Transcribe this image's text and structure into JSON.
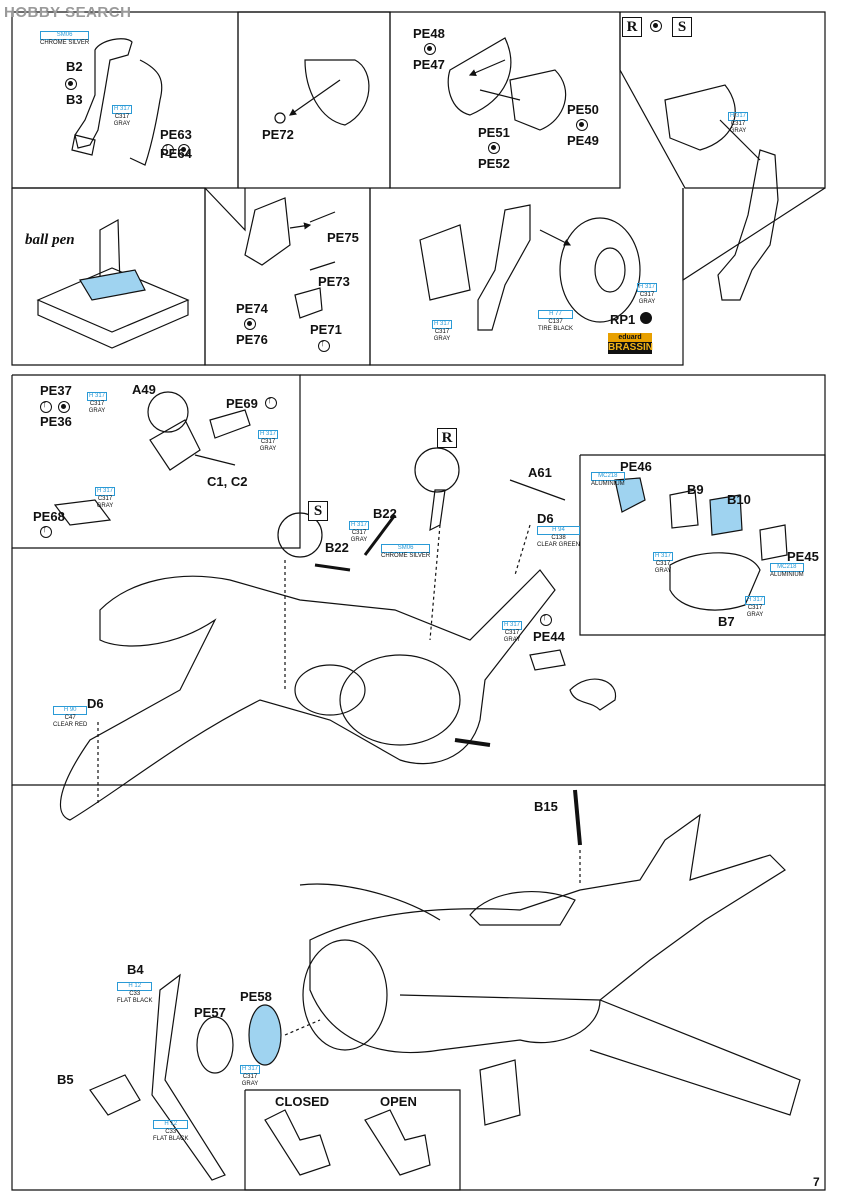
{
  "watermark": "HOBBY SEARCH",
  "page_number": "7",
  "colors": {
    "paint_accent": "#2a9ad6",
    "line": "#111111",
    "part_fill": "#9fd3f0",
    "brand_orange": "#e8a000"
  },
  "markers": {
    "r": "R",
    "s": "S"
  },
  "ball_pen": "ball pen",
  "brassin": {
    "top": "eduard",
    "bottom": "BRASSIN"
  },
  "panel1": {
    "paint_sm06": {
      "code": "SM06",
      "name": "CHROME SILVER"
    },
    "paint_gray": {
      "code": "H 317",
      "c": "C317",
      "name": "GRAY"
    },
    "labels": {
      "b2": "B2",
      "b3": "B3",
      "pe63": "PE63",
      "pe64": "PE64"
    }
  },
  "panel2": {
    "labels": {
      "pe72": "PE72"
    }
  },
  "panel3": {
    "labels": {
      "pe48": "PE48",
      "pe47": "PE47",
      "pe50": "PE50",
      "pe49": "PE49",
      "pe51": "PE51",
      "pe52": "PE52"
    }
  },
  "panel4": {
    "paint_gray": {
      "code": "H 317",
      "c": "C317",
      "name": "GRAY"
    }
  },
  "panel6": {
    "labels": {
      "pe75": "PE75",
      "pe73": "PE73",
      "pe74": "PE74",
      "pe76": "PE76",
      "pe71": "PE71"
    }
  },
  "panel7": {
    "labels": {
      "rp1": "RP1"
    },
    "paint_gray_a": {
      "code": "H 317",
      "c": "C317",
      "name": "GRAY"
    },
    "paint_gray_b": {
      "code": "H 317",
      "c": "C317",
      "name": "GRAY"
    },
    "paint_tire": {
      "code": "H 77",
      "c": "C137",
      "name": "TIRE BLACK"
    }
  },
  "panel9": {
    "labels": {
      "pe37": "PE37",
      "pe36": "PE36",
      "a49": "A49",
      "pe69": "PE69",
      "c1c2": "C1, C2",
      "pe68": "PE68"
    },
    "paint_gray_a": {
      "code": "H 317",
      "c": "C317",
      "name": "GRAY"
    },
    "paint_gray_b": {
      "code": "H 317",
      "c": "C317",
      "name": "GRAY"
    },
    "paint_gray_c": {
      "code": "H 317",
      "c": "C317",
      "name": "GRAY"
    }
  },
  "panel10": {
    "labels": {
      "b22a": "B22",
      "b22b": "B22",
      "a61": "A61",
      "d6a": "D6",
      "d6b": "D6",
      "pe44": "PE44"
    },
    "paint_gray": {
      "code": "H 317",
      "c": "C317",
      "name": "GRAY"
    },
    "paint_sm06": {
      "code": "SM06",
      "name": "CHROME SILVER"
    },
    "paint_green": {
      "code": "H 94",
      "c": "C138",
      "name": "CLEAR GREEN"
    },
    "paint_red": {
      "code": "H 90",
      "c": "C47",
      "name": "CLEAR RED"
    },
    "paint_gray_pe44": {
      "code": "H 317",
      "c": "C317",
      "name": "GRAY"
    }
  },
  "panel11": {
    "labels": {
      "pe46": "PE46",
      "b9": "B9",
      "b10": "B10",
      "pe45": "PE45",
      "b7": "B7"
    },
    "paint_alu_a": {
      "code": "MC218",
      "name": "ALUMINIUM"
    },
    "paint_alu_b": {
      "code": "MC218",
      "name": "ALUMINIUM"
    },
    "paint_gray_a": {
      "code": "H 317",
      "c": "C317",
      "name": "GRAY"
    },
    "paint_gray_b": {
      "code": "H 317",
      "c": "C317",
      "name": "GRAY"
    }
  },
  "panel12": {
    "labels": {
      "b15": "B15",
      "b4": "B4",
      "b5": "B5",
      "pe57": "PE57",
      "pe58": "PE58",
      "closed": "CLOSED",
      "open": "OPEN"
    },
    "paint_black_a": {
      "code": "H 12",
      "c": "C33",
      "name": "FLAT BLACK"
    },
    "paint_black_b": {
      "code": "H 12",
      "c": "C33",
      "name": "FLAT BLACK"
    },
    "paint_gray": {
      "code": "H 317",
      "c": "C317",
      "name": "GRAY"
    }
  }
}
